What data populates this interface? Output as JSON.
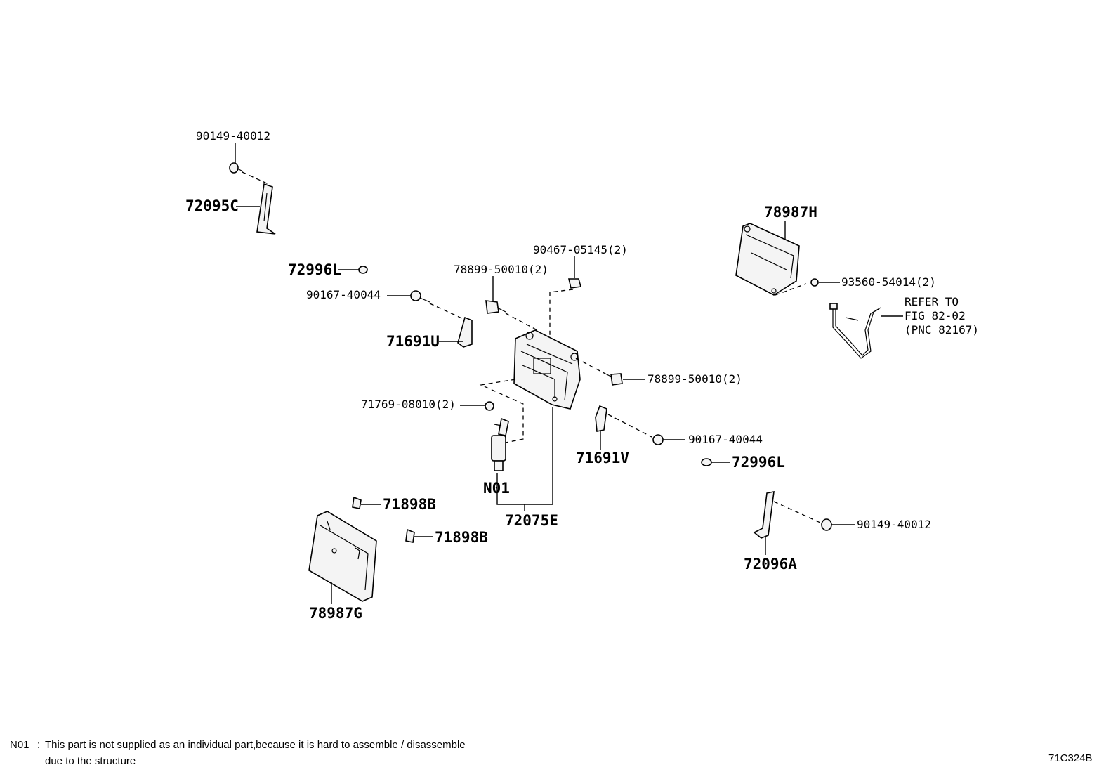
{
  "callouts": {
    "c1": "90149-40012",
    "c2": "72095C",
    "c3": "72996L",
    "c4": "90167-40044",
    "c5": "78899-50010(2)",
    "c6": "90467-05145(2)",
    "c7": "71691U",
    "c8": "78899-50010(2)",
    "c9": "71769-08010(2)",
    "c10": "71691V",
    "c11": "90167-40044",
    "c12": "72996L",
    "c13": "N01",
    "c14": "72075E",
    "c15": "71898B",
    "c16": "71898B",
    "c17": "78987G",
    "c18": "78987H",
    "c19": "93560-54014(2)",
    "c20_line1": "REFER TO",
    "c20_line2": "FIG 82-02",
    "c20_line3": "(PNC 82167)",
    "c21": "72096A",
    "c22": "90149-40012"
  },
  "footnote": {
    "code": "N01",
    "separator": ":",
    "line1": "This part is not supplied as an individual part,because it is hard to assemble / disassemble",
    "line2": "due to the structure"
  },
  "figure_id": "71C324B"
}
